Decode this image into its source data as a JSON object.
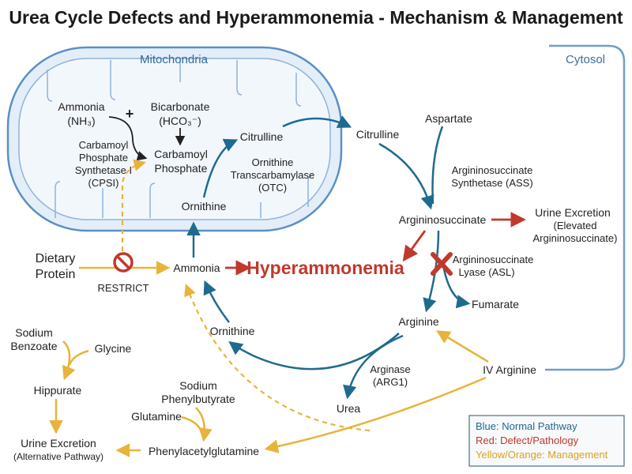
{
  "title": "Urea Cycle Defects and Hyperammonemia - Mechanism & Management",
  "colors": {
    "normal": "#1f6b8f",
    "defect": "#c0392b",
    "management": "#e9b33a",
    "compartment_stroke": "#5b8fc7",
    "compartment_fill": "#dfeaf6",
    "cytosol_stroke": "#6f9fca",
    "text": "#222222"
  },
  "compartments": {
    "mitochondria": "Mitochondria",
    "cytosol": "Cytosol"
  },
  "nodes": {
    "ammonia_nh3_1": "Ammonia",
    "ammonia_nh3_2": "(NH₃)",
    "plus": "+",
    "bicarbonate_1": "Bicarbonate",
    "bicarbonate_2": "(HCO₃⁻)",
    "cps1_1": "Carbamoyl",
    "cps1_2": "Phosphate",
    "cps1_3": "Synthetase I",
    "cps1_4": "(CPSI)",
    "carbamoyl_phosphate_1": "Carbamoyl",
    "carbamoyl_phosphate_2": "Phosphate",
    "citrulline_mito": "Citrulline",
    "otc_1": "Ornithine",
    "otc_2": "Transcarbamylase",
    "otc_3": "(OTC)",
    "ornithine_mito": "Ornithine",
    "citrulline_cyto": "Citrulline",
    "aspartate": "Aspartate",
    "ass_1": "Argininosuccinate",
    "ass_2": "Synthetase (ASS)",
    "argininosuccinate": "Argininosuccinate",
    "urine_excretion_top_1": "Urine Excretion",
    "urine_excretion_top_2": "(Elevated",
    "urine_excretion_top_3": "Argininosuccinate)",
    "asl_1": "Argininosuccinate",
    "asl_2": "Lyase (ASL)",
    "fumarate": "Fumarate",
    "arginine": "Arginine",
    "arginase_1": "Arginase",
    "arginase_2": "(ARG1)",
    "urea": "Urea",
    "ornithine_cyto": "Ornithine",
    "iv_arginine": "IV Arginine",
    "dietary_protein_1": "Dietary",
    "dietary_protein_2": "Protein",
    "restrict": "RESTRICT",
    "ammonia_center": "Ammonia",
    "hyperammonemia": "Hyperammonemia",
    "sodium_benzoate_1": "Sodium",
    "sodium_benzoate_2": "Benzoate",
    "glycine": "Glycine",
    "hippurate": "Hippurate",
    "urine_excretion_bottom_1": "Urine Excretion",
    "urine_excretion_bottom_2": "(Alternative Pathway)",
    "sodium_phenylbutyrate_1": "Sodium",
    "sodium_phenylbutyrate_2": "Phenylbutyrate",
    "glutamine": "Glutamine",
    "phenylacetylglutamine": "Phenylacetylglutamine"
  },
  "legend": {
    "normal": "Blue: Normal Pathway",
    "defect": "Red: Defect/Pathology",
    "management": "Yellow/Orange: Management"
  },
  "icons": {
    "block": "red-x-block-icon",
    "restrict": "prohibition-icon"
  }
}
